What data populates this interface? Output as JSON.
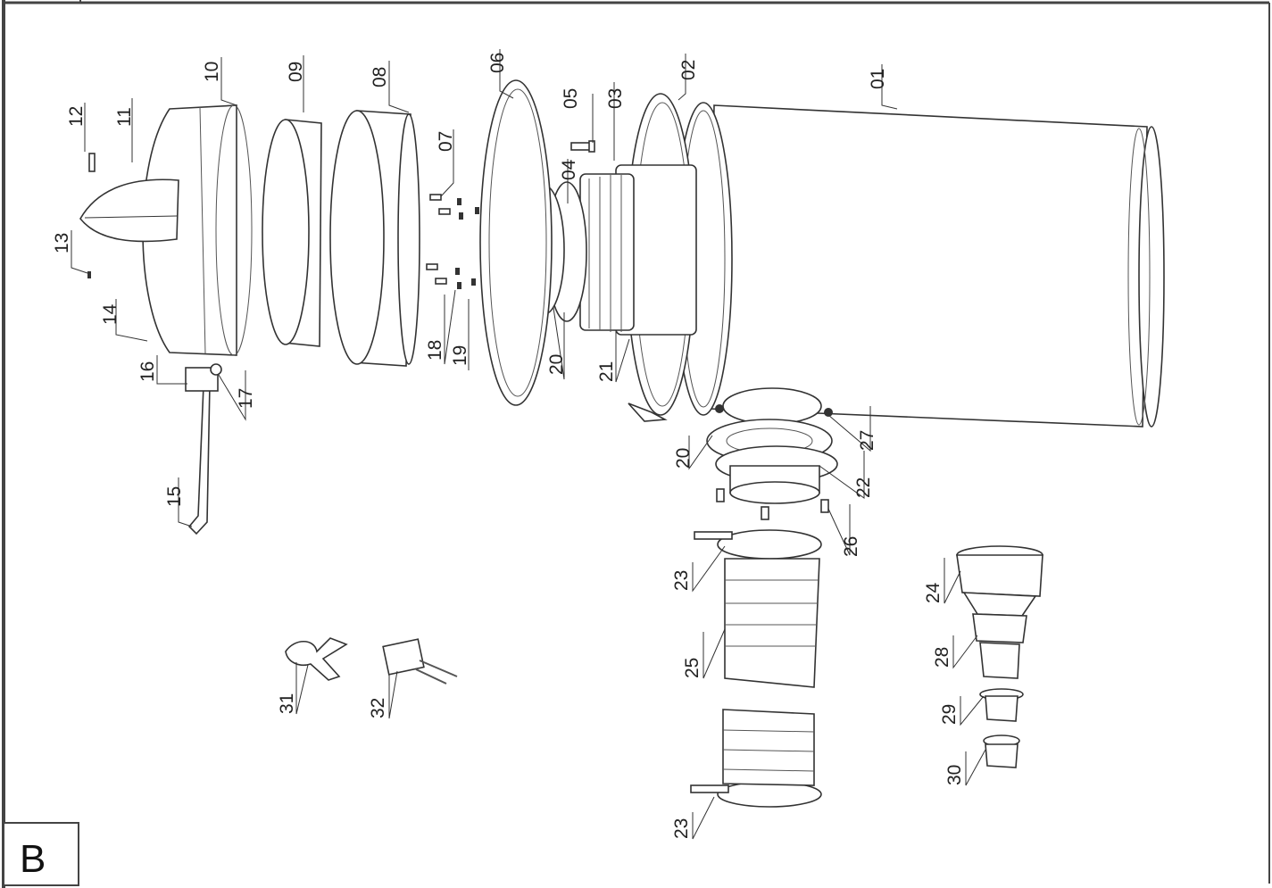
{
  "panel_label": "B",
  "parts": [
    "01",
    "02",
    "03",
    "04",
    "05",
    "06",
    "07",
    "08",
    "09",
    "10",
    "11",
    "12",
    "13",
    "14",
    "15",
    "16",
    "17",
    "18",
    "19",
    "20",
    "21",
    "20",
    "22",
    "23",
    "23",
    "24",
    "25",
    "26",
    "27",
    "28",
    "29",
    "30",
    "31",
    "32"
  ],
  "colors": {
    "line": "#333333",
    "background": "#ffffff"
  }
}
